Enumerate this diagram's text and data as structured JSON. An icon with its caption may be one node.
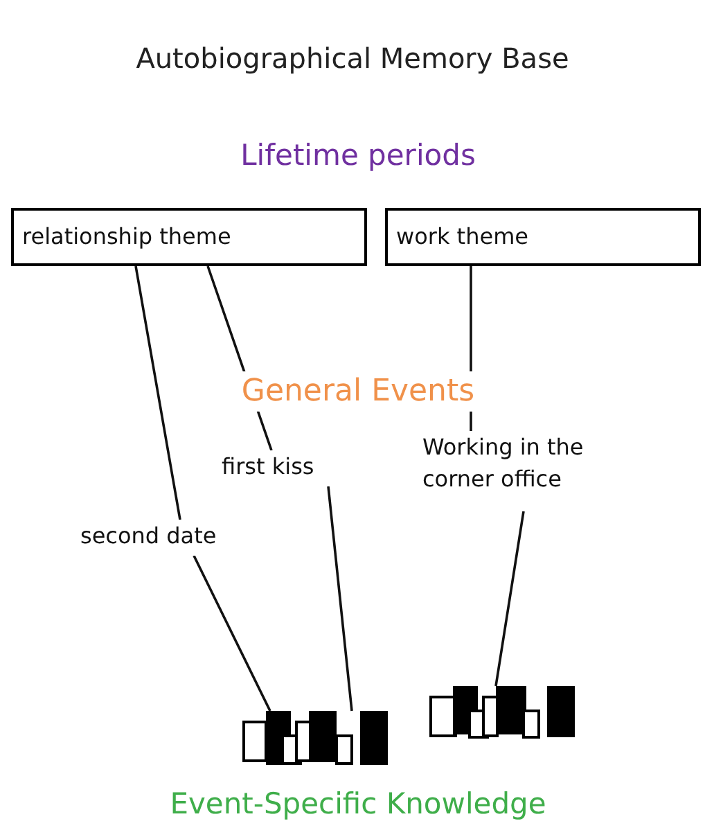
{
  "diagram": {
    "title": "Autobiographical Memory Base",
    "nodes": [
      {
        "text": [
          "relationship theme"
        ]
      },
      {
        "text": [
          "work theme"
        ]
      },
      {
        "text": [
          "first kiss"
        ]
      },
      {
        "text": [
          "second date"
        ]
      },
      {
        "text": [
          "Working in the corner office"
        ]
      },
      {
        "text": [],
        "shape": "box"
      },
      {
        "text": [],
        "shape": "box"
      }
    ],
    "edges": [
      {
        "from": 0,
        "to": 3,
        "arrow": "none"
      },
      {
        "from": 0,
        "to": 2,
        "arrow": "none"
      },
      {
        "from": 1,
        "to": 4,
        "arrow": "none"
      },
      {
        "from": 3,
        "to": 5,
        "arrow": "none"
      },
      {
        "from": 2,
        "to": 5,
        "arrow": "none"
      },
      {
        "from": 4,
        "to": 6,
        "arrow": "none"
      }
    ],
    "labels": [
      "Lifetime periods",
      "General Events",
      "Event-Specific Knowledge"
    ]
  }
}
